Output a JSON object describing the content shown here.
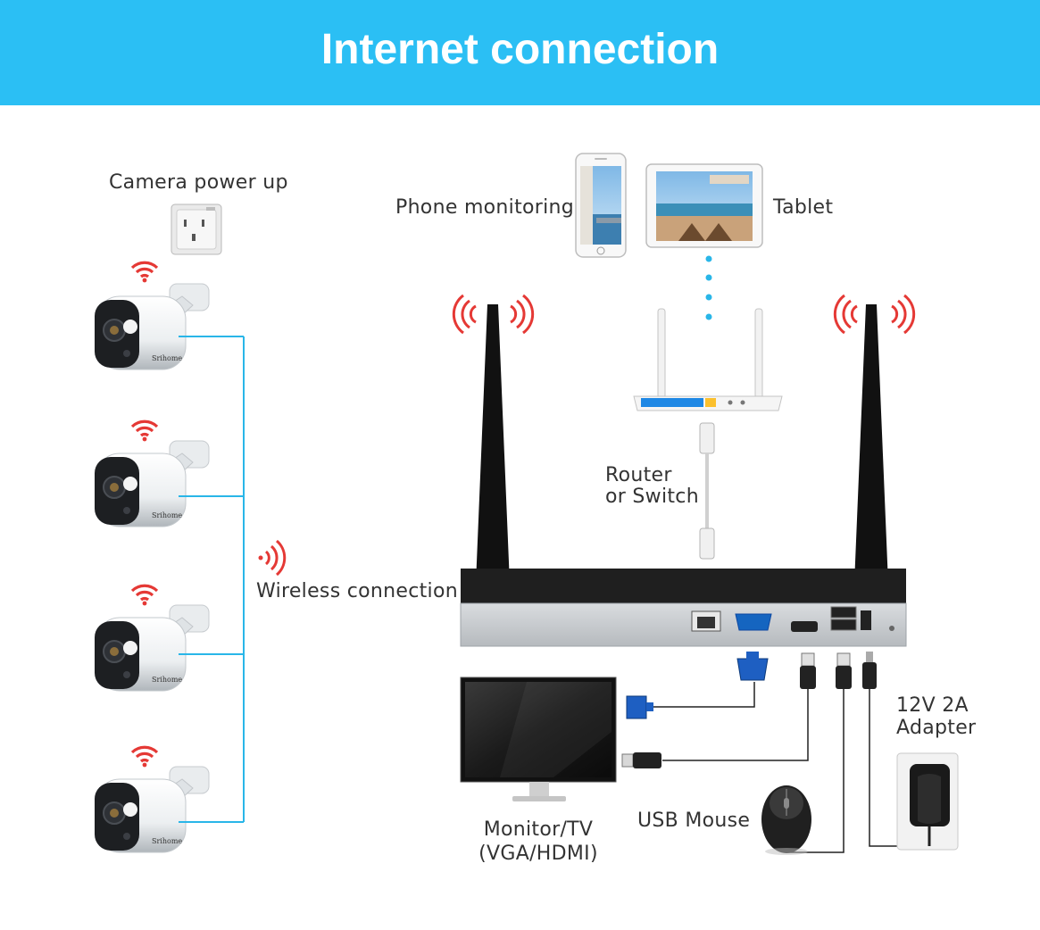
{
  "header": {
    "title": "Internet connection"
  },
  "labels": {
    "camera_power": "Camera power up",
    "phone": "Phone monitoring",
    "tablet": "Tablet",
    "router_line1": "Router",
    "router_line2": "or Switch",
    "wireless": "Wireless connection",
    "monitor_line1": "Monitor/TV",
    "monitor_line2": "(VGA/HDMI)",
    "mouse": "USB Mouse",
    "adapter_line1": "12V 2A",
    "adapter_line2": "Adapter"
  },
  "camera_brand": "Srihome",
  "colors": {
    "header": "#2bbff4",
    "wire": "#29b6e8",
    "signal": "#e53935"
  }
}
